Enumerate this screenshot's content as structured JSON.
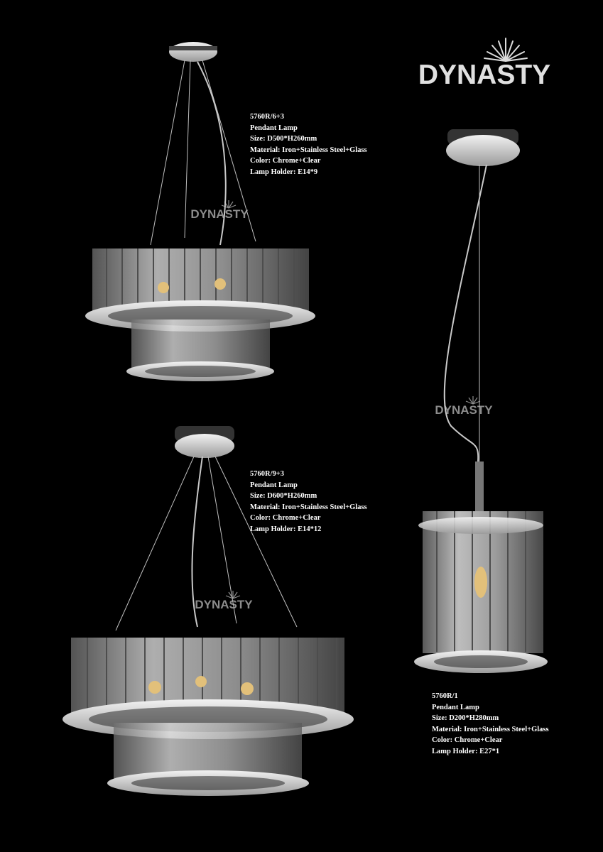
{
  "brand": {
    "name": "DYNASTY"
  },
  "watermark": "DYNASTY",
  "products": [
    {
      "model": "5760R/6+3",
      "type": "Pendant Lamp",
      "size": "Size: D500*H260mm",
      "material": "Material: Iron+Stainless Steel+Glass",
      "color": "Color: Chrome+Clear",
      "holder": "Lamp Holder: E14*9"
    },
    {
      "model": "5760R/9+3",
      "type": "Pendant Lamp",
      "size": "Size: D600*H260mm",
      "material": "Material: Iron+Stainless Steel+Glass",
      "color": "Color: Chrome+Clear",
      "holder": "Lamp Holder: E14*12"
    },
    {
      "model": "5760R/1",
      "type": "Pendant Lamp",
      "size": "Size: D200*H280mm",
      "material": "Material: Iron+Stainless Steel+Glass",
      "color": "Color: Chrome+Clear",
      "holder": "Lamp Holder: E27*1"
    }
  ]
}
